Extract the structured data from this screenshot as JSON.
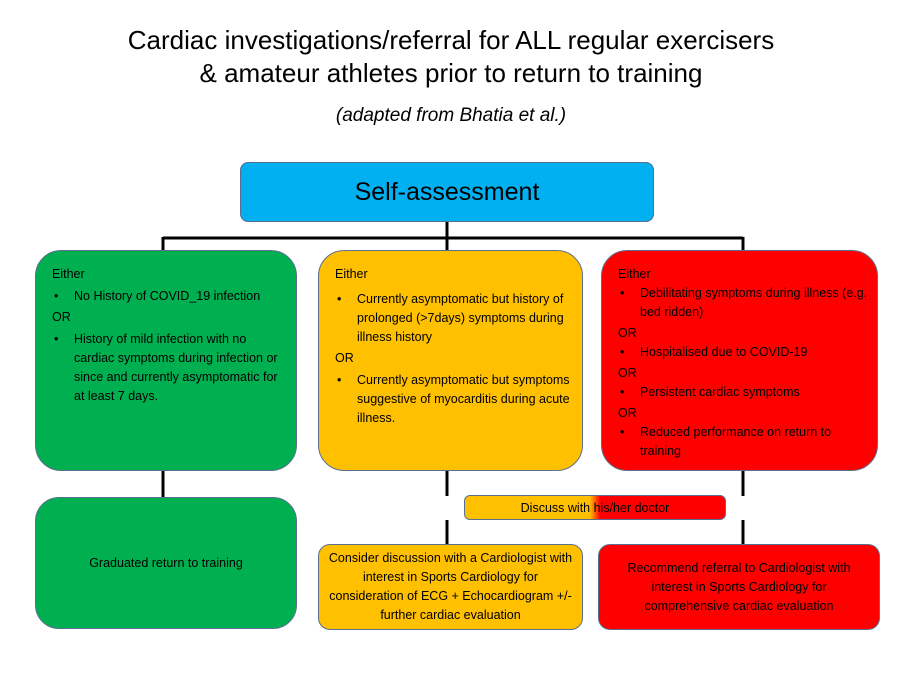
{
  "title": {
    "line1": "Cardiac investigations/referral for ALL regular exercisers",
    "line2": "& amateur athletes prior to return to training"
  },
  "subtitle": "(adapted from Bhatia et al.)",
  "self_assessment": "Self-assessment",
  "colors": {
    "top": "#00b0f0",
    "green": "#00b050",
    "amber": "#ffc000",
    "red": "#ff0000"
  },
  "green_panel": {
    "either": "Either",
    "item1": "No History of COVID_19  infection",
    "or": "OR",
    "item2": "History of mild infection with no cardiac symptoms during  infection or since and currently asymptomatic for at least 7 days."
  },
  "amber_panel": {
    "either": "Either",
    "item1": "Currently asymptomatic but history of prolonged (>7days) symptoms during illness history",
    "or": "OR",
    "item2": "Currently asymptomatic but symptoms suggestive of myocarditis during acute illness."
  },
  "red_panel": {
    "either": "Either",
    "item1": "Debilitating symptoms during illness (e.g. bed ridden)",
    "or1": "OR",
    "item2": "Hospitalised due to COVID-19",
    "or2": "OR",
    "item3": "Persistent cardiac symptoms",
    "or3": "OR",
    "item4": "Reduced performance on return  to training"
  },
  "discuss": "Discuss with his/her doctor",
  "outcomes": {
    "green": "Graduated return to training",
    "amber": "Consider discussion with a Cardiologist with interest in Sports Cardiology for consideration of ECG + Echocardiogram +/- further cardiac evaluation",
    "red": "Recommend referral to Cardiologist with interest  in Sports Cardiology for comprehensive cardiac evaluation"
  },
  "bullet": "•"
}
